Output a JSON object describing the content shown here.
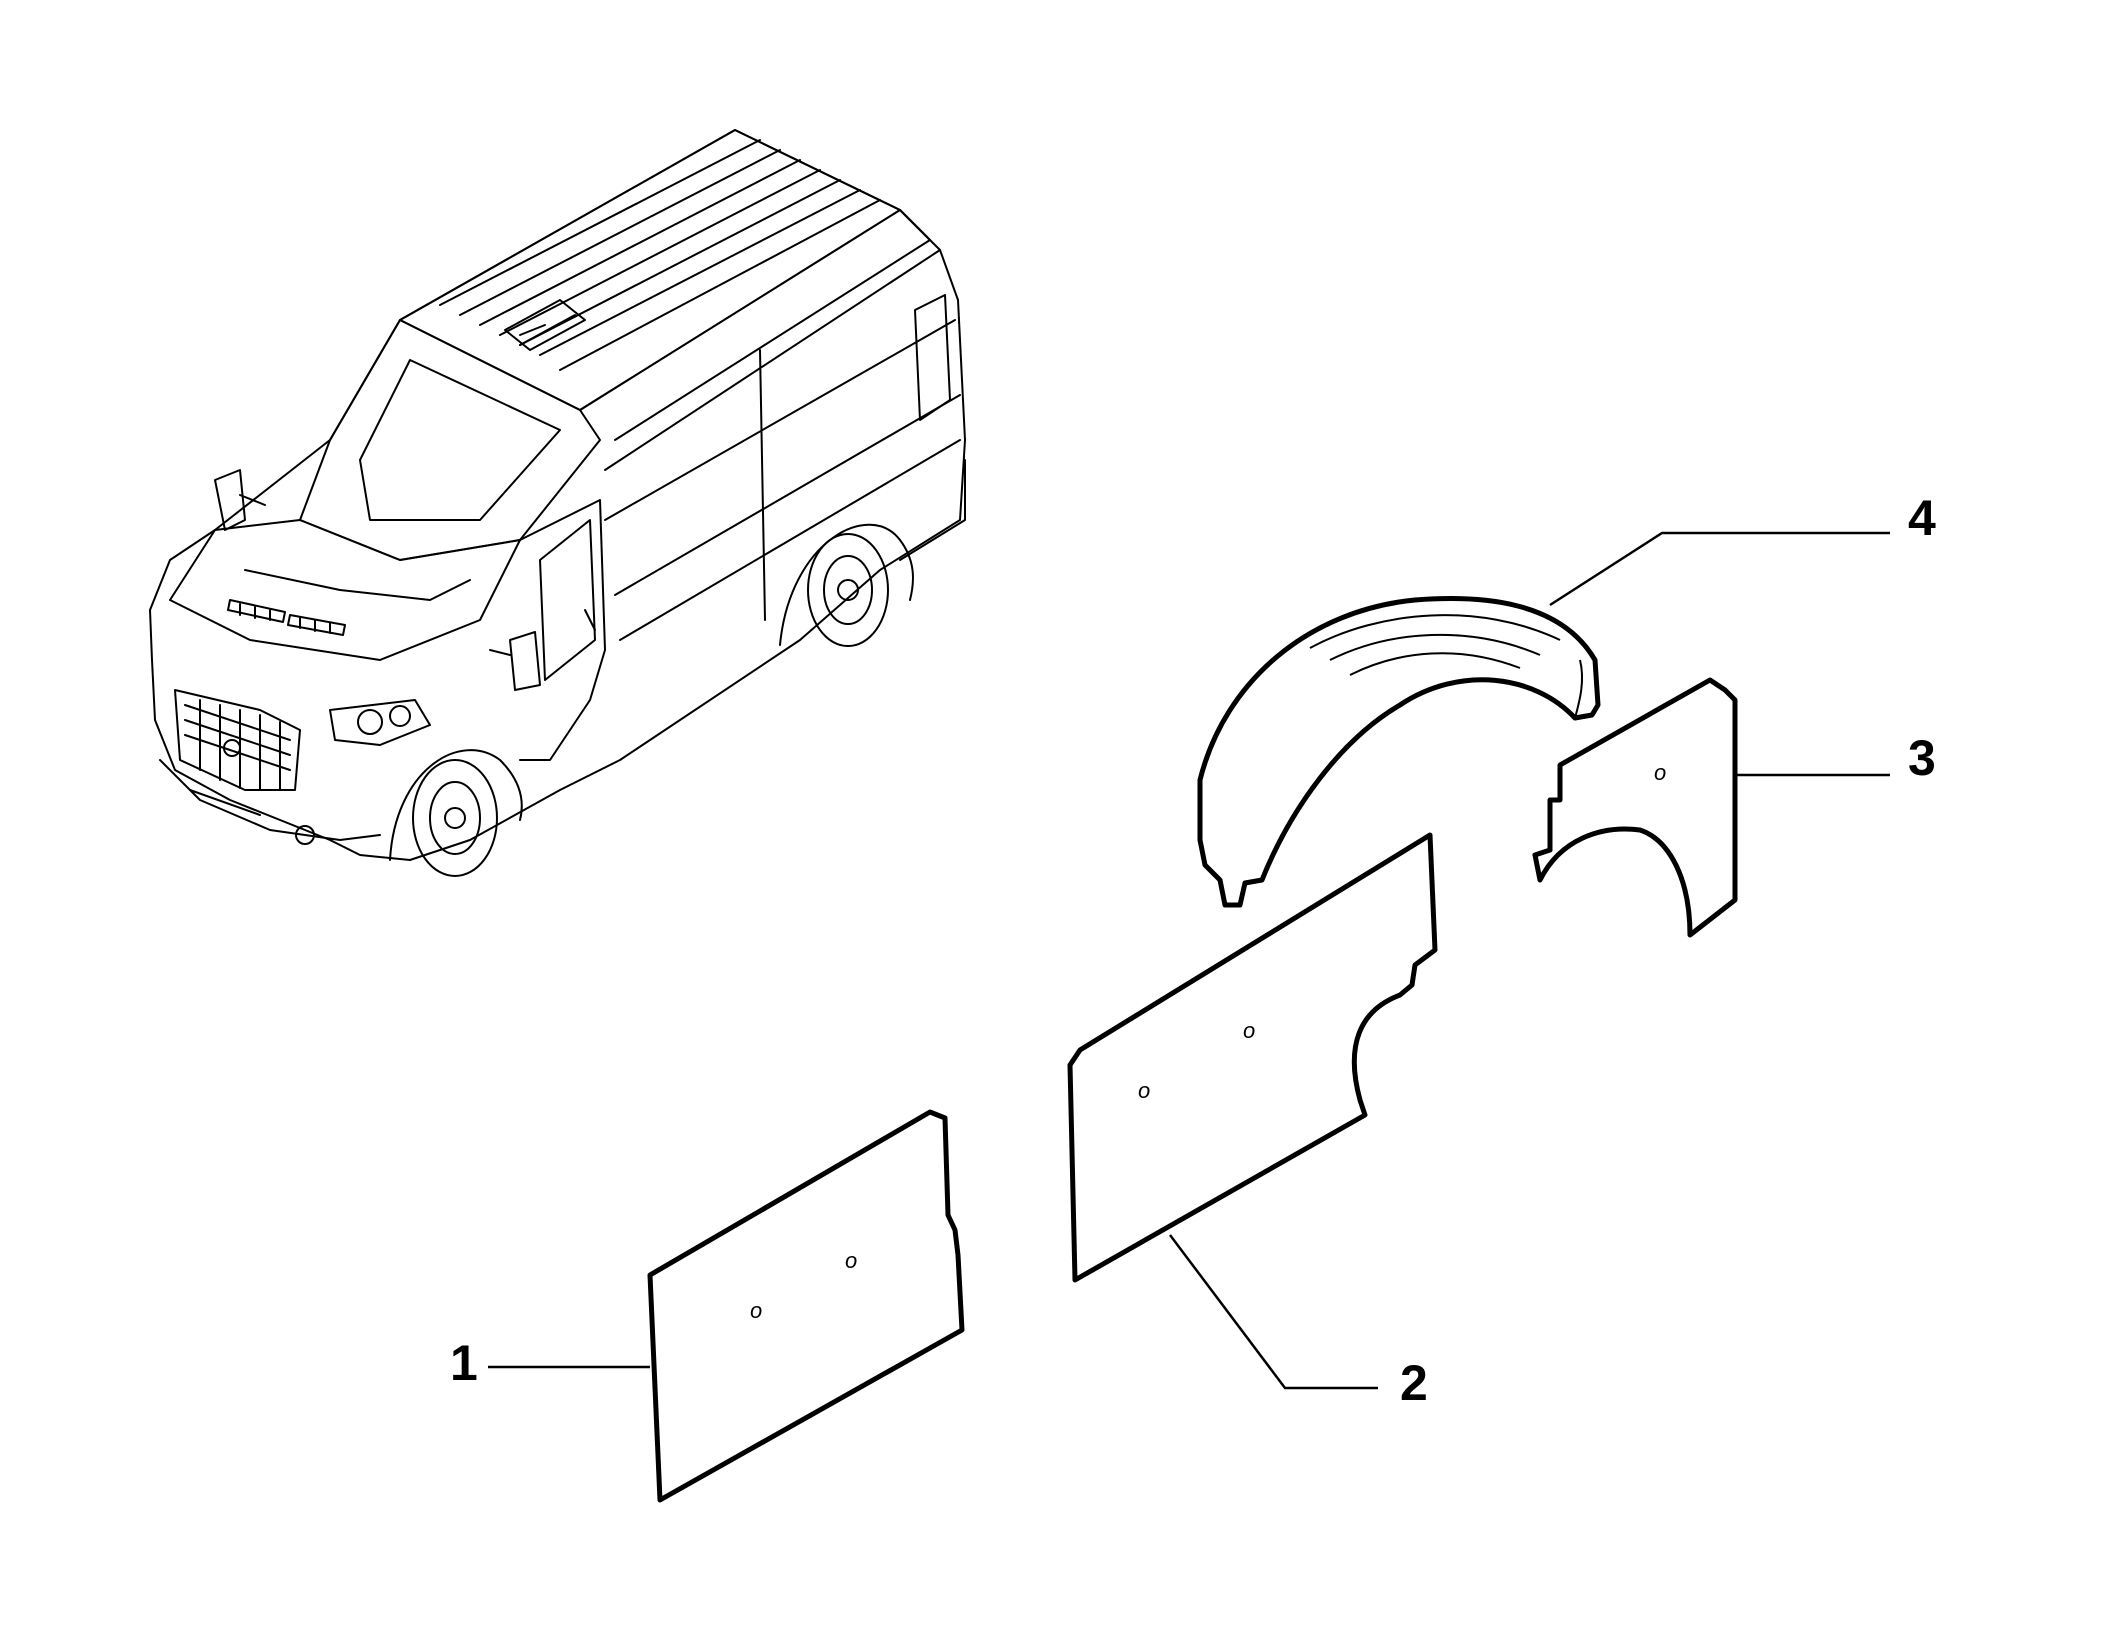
{
  "diagram": {
    "callouts": [
      {
        "id": "1",
        "label": "1"
      },
      {
        "id": "2",
        "label": "2"
      },
      {
        "id": "3",
        "label": "3"
      },
      {
        "id": "4",
        "label": "4"
      }
    ],
    "hole_mark": "o",
    "colors": {
      "line": "#000000",
      "background": "#ffffff"
    }
  }
}
